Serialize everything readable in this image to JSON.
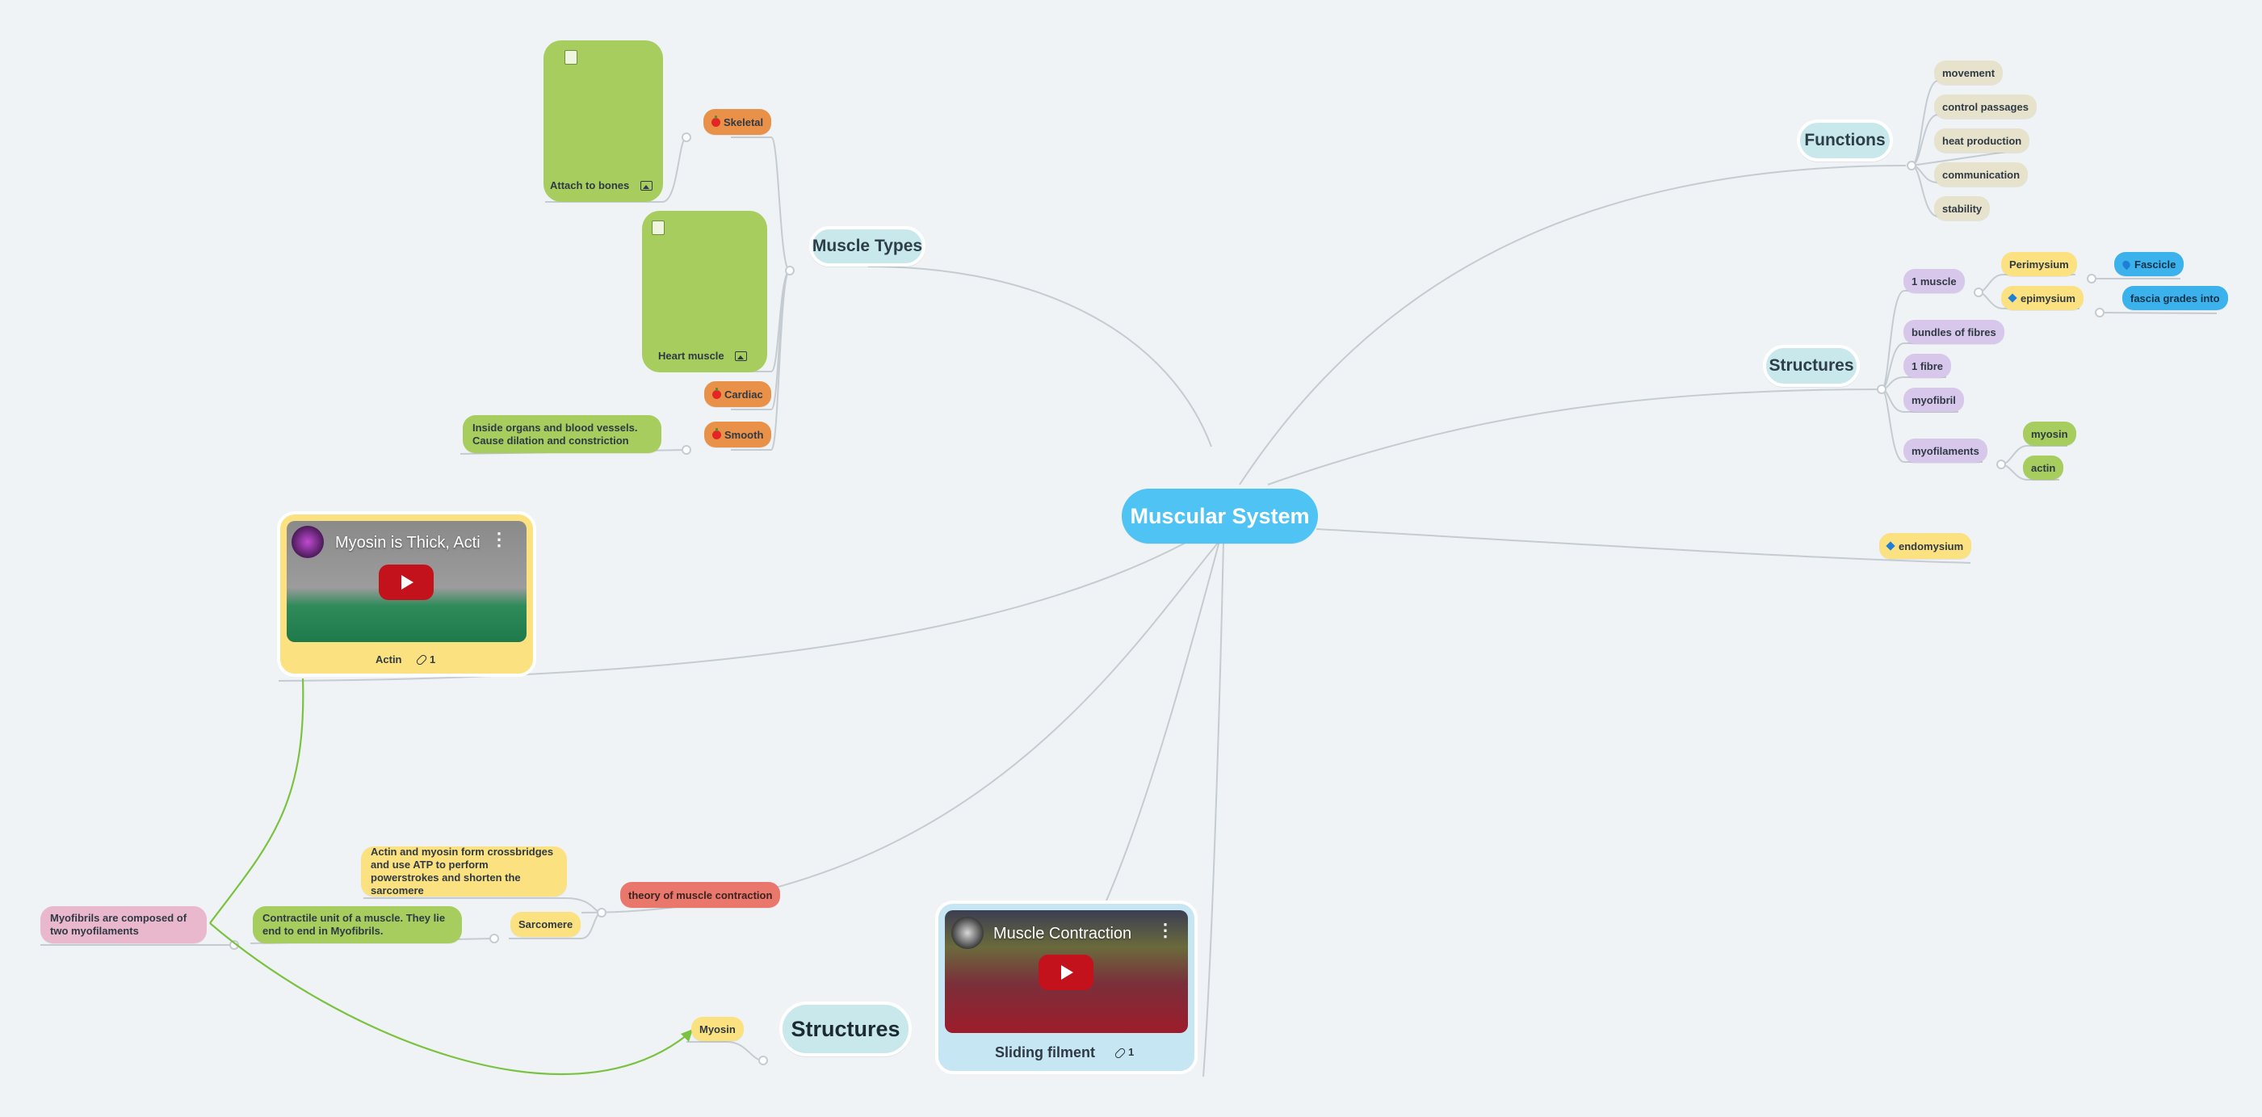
{
  "root": "Muscular System",
  "muscle_types": {
    "title": "Muscle Types",
    "skeletal": "Skeletal",
    "skeletal_card": "Attach to bones",
    "heart_card": "Heart muscle",
    "cardiac": "Cardiac",
    "smooth": "Smooth",
    "smooth_note": "Inside organs and blood vessels.  Cause dilation and constriction"
  },
  "functions": {
    "title": "Functions",
    "items": [
      "movement",
      "control passages",
      "heat production",
      "communication",
      "stability"
    ]
  },
  "structures_right": {
    "title": "Structures",
    "one_muscle": "1 muscle",
    "perimysium": "Perimysium",
    "fascicle": "Fascicle",
    "epimysium": "epimysium",
    "fascia": "fascia grades into",
    "bundles": "bundles of fibres",
    "fibre": "1 fibre",
    "myofibril": "myofibril",
    "myofilaments": "myofilaments",
    "myosin": "myosin",
    "actin": "actin"
  },
  "endomysium": "endomysium",
  "actin_card": {
    "video_title": "Myosin is Thick, Acti",
    "label": "Actin",
    "link_count": "1"
  },
  "contraction": {
    "theory": "theory of muscle contraction",
    "crossbridge": "Actin and myosin form crossbridges and use ATP to perform powerstrokes and shorten the sarcomere",
    "sarcomere": "Sarcomere",
    "sarcomere_note": "Contractile unit of a muscle.  They lie end to end in Myofibrils.",
    "myofibrils_note": "Myofibrils are composed of two myofilaments"
  },
  "structures_bottom": {
    "title": "Structures",
    "myosin": "Myosin"
  },
  "sliding_card": {
    "video_title": "Muscle Contraction",
    "label": "Sliding filment",
    "link_count": "1"
  },
  "colors": {
    "background": "#eff3f5",
    "root": "#4fc3f3",
    "link_line": "#c5ccd1",
    "green_arrow": "#7bc241"
  }
}
